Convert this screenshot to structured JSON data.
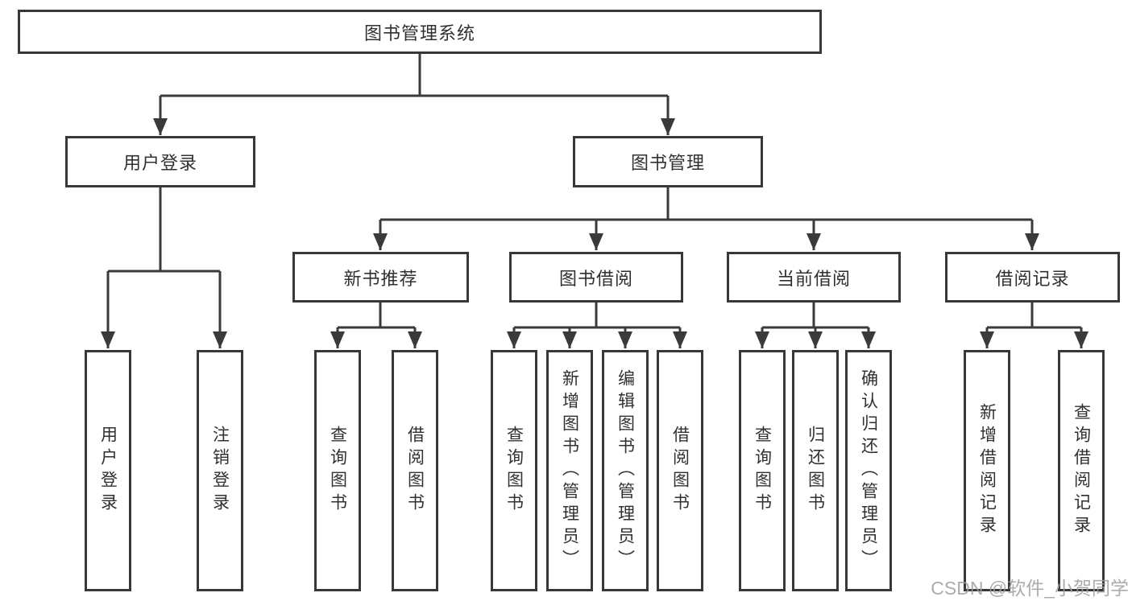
{
  "diagram": {
    "root": {
      "label": "图书管理系统"
    },
    "level2": [
      {
        "label": "用户登录"
      },
      {
        "label": "图书管理"
      }
    ],
    "level3": [
      {
        "label": "新书推荐"
      },
      {
        "label": "图书借阅"
      },
      {
        "label": "当前借阅"
      },
      {
        "label": "借阅记录"
      }
    ],
    "groups": [
      {
        "parent": "用户登录",
        "leaves": [
          "用户登录",
          "注销登录"
        ]
      },
      {
        "parent": "新书推荐",
        "leaves": [
          "查询图书",
          "借阅图书"
        ]
      },
      {
        "parent": "图书借阅",
        "leaves": [
          "查询图书",
          "新增图书（管理员）",
          "编辑图书（管理员）",
          "借阅图书"
        ]
      },
      {
        "parent": "当前借阅",
        "leaves": [
          "查询图书",
          "归还图书",
          "确认归还（管理员）"
        ]
      },
      {
        "parent": "借阅记录",
        "leaves": [
          "新增借阅记录",
          "查询借阅记录"
        ]
      }
    ]
  },
  "watermark": {
    "text": "CSDN @软件_小贺同学"
  },
  "colors": {
    "line": "#3a3a3a",
    "border": "#383838",
    "text": "#303030",
    "background": "#ffffff",
    "watermark": "#9e9e9e"
  }
}
